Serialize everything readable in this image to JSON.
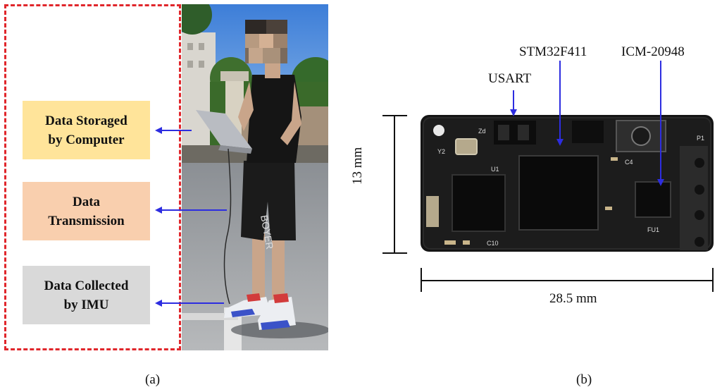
{
  "panel_a": {
    "boxes": [
      {
        "line1": "Data Storaged",
        "line2": "by Computer",
        "color": "#ffe49a"
      },
      {
        "line1": "Data",
        "line2": "Transmission",
        "color": "#f9cfae"
      },
      {
        "line1": "Data Collected",
        "line2": "by IMU",
        "color": "#d9d9d9"
      }
    ],
    "frame_color": "#e0262b",
    "arrow_color": "#2d2de0",
    "caption": "(a)"
  },
  "panel_b": {
    "labels": {
      "usart": "USART",
      "mcu": "STM32F411",
      "imu": "ICM-20948"
    },
    "dim_height": "13 mm",
    "dim_width": "28.5 mm",
    "arrow_color": "#2d2de0",
    "caption": "(b)"
  }
}
